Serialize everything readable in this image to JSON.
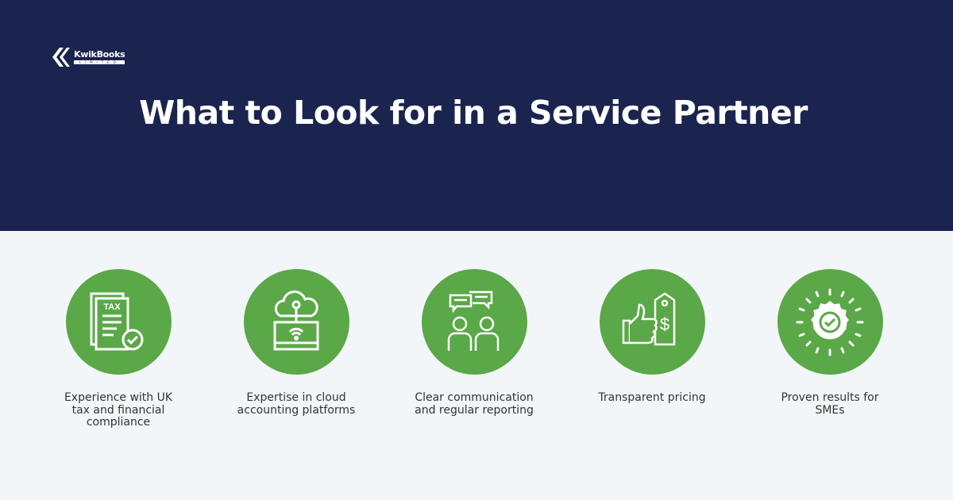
{
  "brand": {
    "name": "KwikBooks",
    "sub": "LIMITED"
  },
  "title": "What to Look for in a Service Partner",
  "colors": {
    "header": "#1a244e",
    "accent": "#5aa847",
    "background": "#f3f6f9"
  },
  "items": [
    {
      "icon": "tax-document-check-icon",
      "icon_text": "TAX",
      "label": "Experience with UK tax and financial compliance"
    },
    {
      "icon": "cloud-laptop-icon",
      "label": "Expertise in cloud accounting platforms"
    },
    {
      "icon": "people-chat-icon",
      "label": "Clear communication and regular reporting"
    },
    {
      "icon": "thumbs-up-price-tag-icon",
      "icon_text": "$",
      "label": "Transparent pricing"
    },
    {
      "icon": "badge-check-icon",
      "label": "Proven results for SMEs"
    }
  ]
}
